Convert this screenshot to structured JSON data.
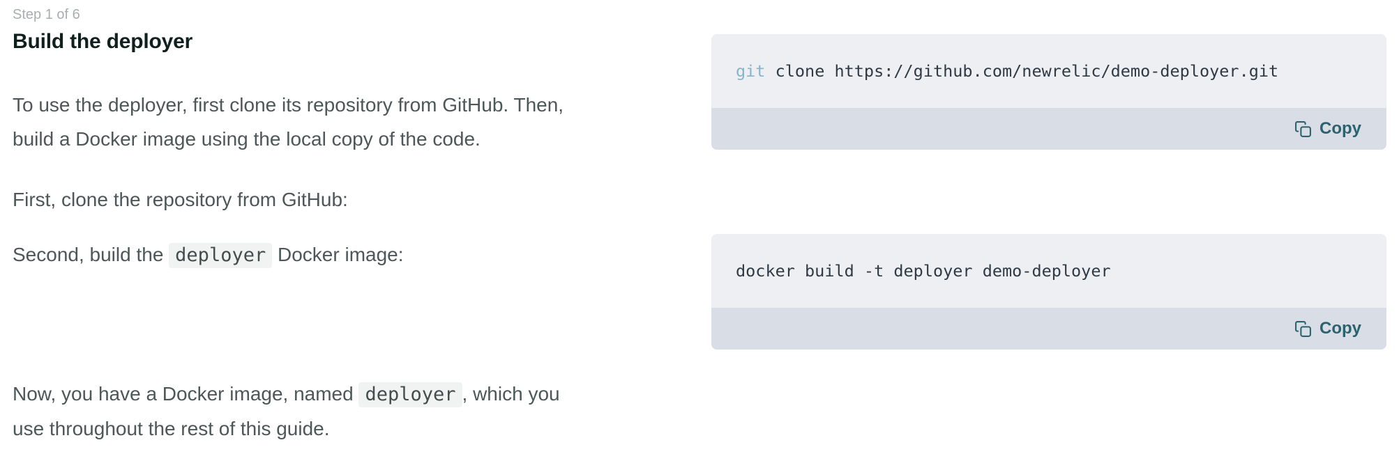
{
  "step_header": {
    "progress_label": "Step 1 of 6",
    "title": "Build the deployer"
  },
  "content": {
    "intro": {
      "line1": "To use the deployer, first clone its repository from GitHub. Then,",
      "line2": "build a Docker image using the local copy of the code."
    },
    "first_instruction": "First, clone the repository from GitHub:",
    "second_instruction": {
      "pre": "Second, build the ",
      "code": "deployer",
      "post": " Docker image:"
    },
    "conclusion": {
      "pre": "Now, you have a Docker image, named ",
      "code": "deployer",
      "post_line1": ", which you",
      "line2": "use throughout the rest of this guide."
    }
  },
  "code_blocks": [
    {
      "keyword": "git",
      "rest": " clone https://github.com/newrelic/demo-deployer.git",
      "copy_label": "Copy"
    },
    {
      "keyword": "",
      "rest": "docker build -t deployer demo-deployer",
      "copy_label": "Copy"
    }
  ],
  "colors": {
    "page_background": "#ffffff",
    "body_text": "#4d5757",
    "heading_text": "#10201c",
    "step_label_text": "#a8aeae",
    "code_block_background": "#edeff3",
    "copy_bar_background": "#d8dde6",
    "copy_accent": "#2b626e",
    "code_text": "#2f3a45",
    "keyword_highlight": "#88b4c9",
    "inline_code_background": "#f1f2f2"
  }
}
